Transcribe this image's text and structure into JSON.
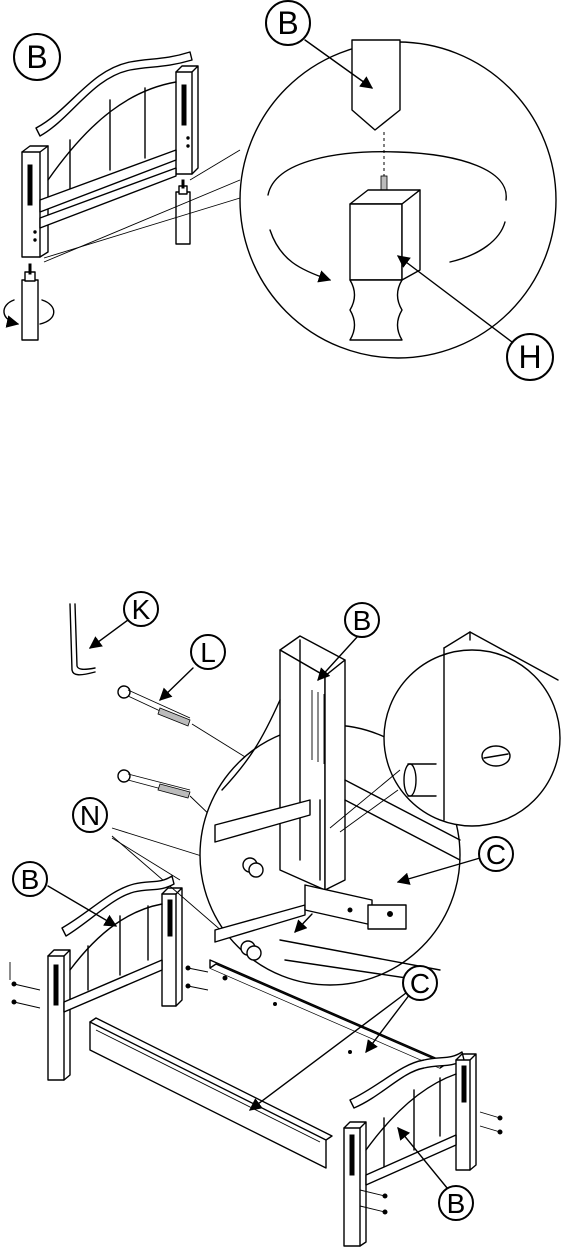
{
  "callouts": {
    "b_top_left": "B",
    "b_top_detail": "B",
    "h_detail": "H",
    "k": "K",
    "l": "L",
    "b_mid": "B",
    "n": "N",
    "c_mid": "C",
    "b_lower_left": "B",
    "c_lower": "C",
    "b_lower_right": "B"
  }
}
